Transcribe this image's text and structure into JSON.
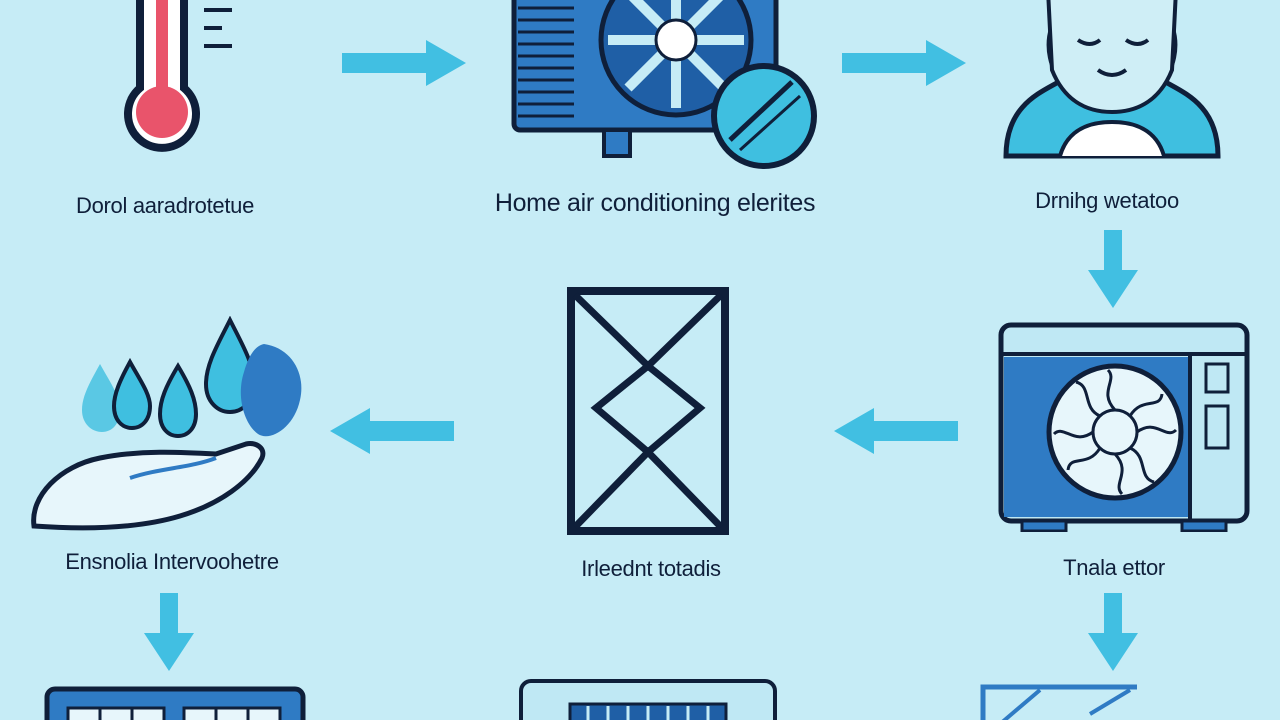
{
  "nodes": [
    {
      "id": "thermometer",
      "label": "Dorol aaradrotetue"
    },
    {
      "id": "ac-unit",
      "label": "Home air conditioning elerites"
    },
    {
      "id": "person",
      "label": "Drnihg wetatoo"
    },
    {
      "id": "outdoor-unit",
      "label": "Tnala ettor"
    },
    {
      "id": "filter",
      "label": "Irleednt totadis"
    },
    {
      "id": "hand-water",
      "label": "Ensnolia Intervoohetre"
    }
  ],
  "colors": {
    "background": "#c6ecf6",
    "navy": "#0f1f3a",
    "blue": "#2f7bc4",
    "cyan": "#3fbfe0",
    "arrow": "#41bfe2",
    "red": "#e9546b"
  }
}
